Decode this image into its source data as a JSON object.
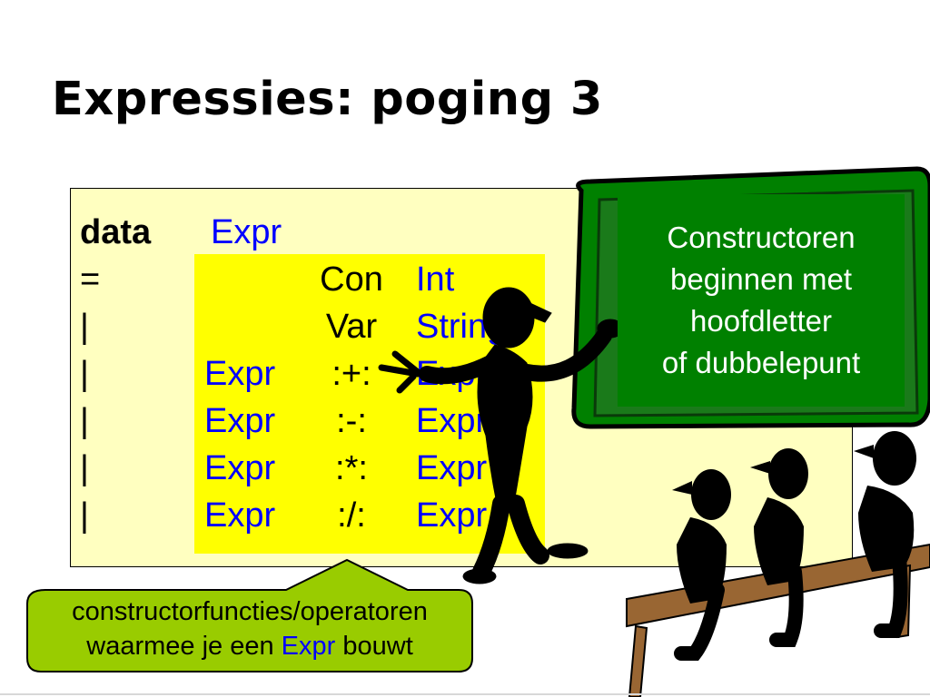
{
  "title": "Expressies: poging 3",
  "code": {
    "keyword": "data",
    "type_name": "Expr",
    "rows": [
      {
        "sep": "=",
        "left": "",
        "ctor": "Con",
        "right": "Int"
      },
      {
        "sep": "|",
        "left": "",
        "ctor": "Var",
        "right": "String"
      },
      {
        "sep": "|",
        "left": "Expr",
        "ctor": ":+:",
        "right": "Expr"
      },
      {
        "sep": "|",
        "left": "Expr",
        "ctor": ":-:",
        "right": "Expr"
      },
      {
        "sep": "|",
        "left": "Expr",
        "ctor": ":*:",
        "right": "Expr"
      },
      {
        "sep": "|",
        "left": "Expr",
        "ctor": ":/:",
        "right": "Expr"
      }
    ]
  },
  "board": {
    "lines": [
      "Constructoren",
      "beginnen met",
      "hoofdletter",
      "of dubbelepunt"
    ]
  },
  "callout": {
    "line1": "constructorfuncties/operatoren",
    "line2_prefix": "waarmee je een",
    "line2_code": "Expr",
    "line2_suffix": "bouwt"
  },
  "colors": {
    "code_box_bg": "#ffffc0",
    "highlight": "#ffff00",
    "code_blue": "#0000ff",
    "board_green": "#008000",
    "board_frame": "#1e5a1e",
    "callout_green": "#99cc00",
    "bench_brown": "#996633"
  }
}
